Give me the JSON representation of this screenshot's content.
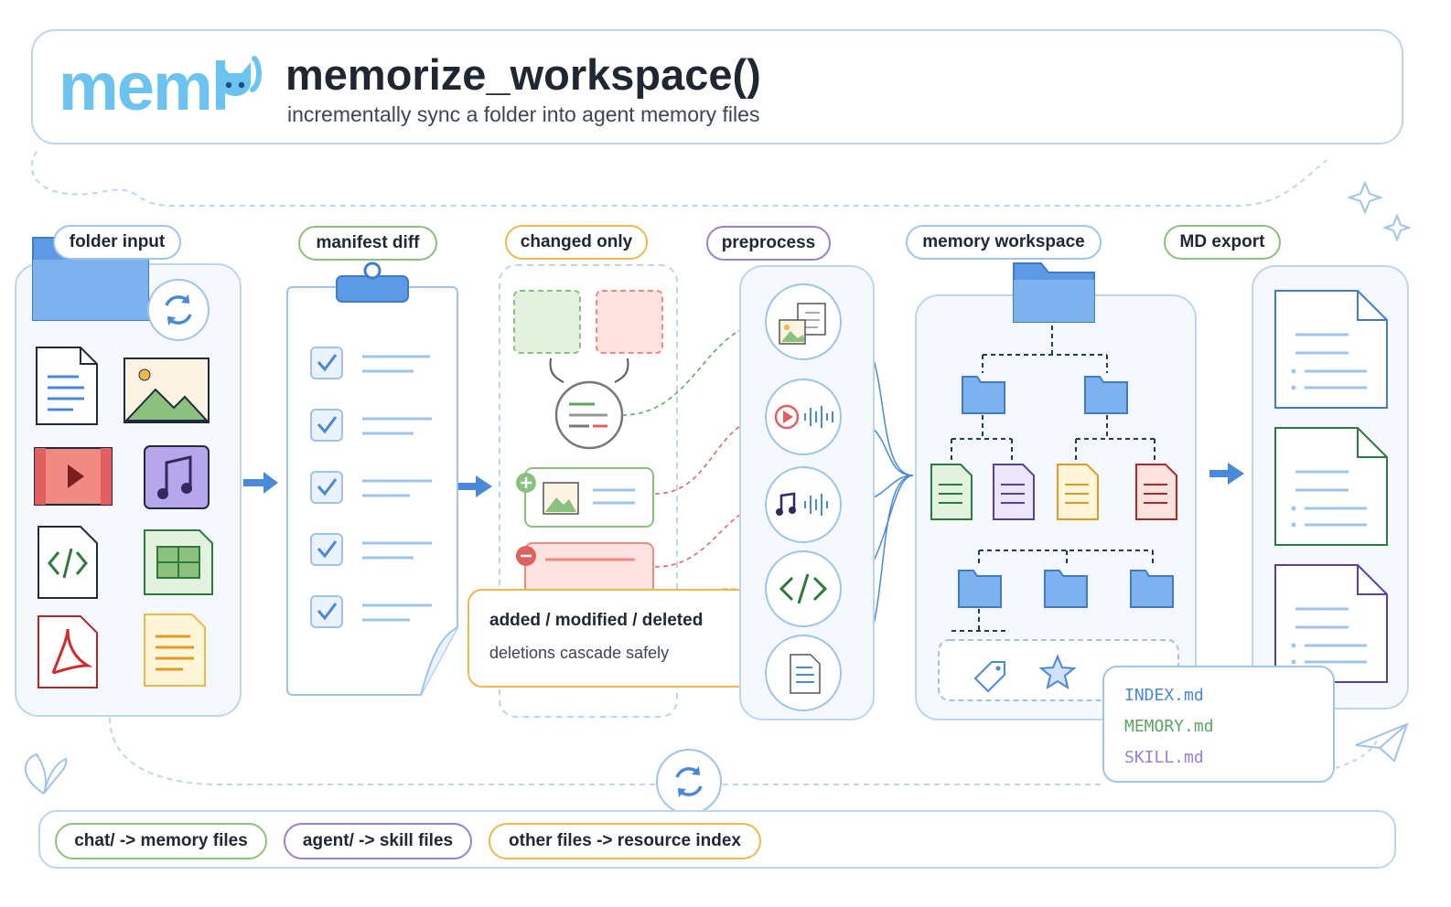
{
  "header": {
    "logo": "meml",
    "title": "memorize_workspace()",
    "subtitle": "incrementally sync a folder into agent memory files"
  },
  "stages": {
    "folder_input": "folder input",
    "manifest_diff": "manifest diff",
    "changed_only": "changed only",
    "preprocess": "preprocess",
    "memory_workspace": "memory workspace",
    "md_export": "MD export"
  },
  "diff_note": {
    "title": "added / modified / deleted",
    "detail": "deletions cascade safely"
  },
  "exports": {
    "index": "INDEX.md",
    "memory": "MEMORY.md",
    "skill": "SKILL.md"
  },
  "routing": {
    "chat": "chat/ -> memory files",
    "agent": "agent/ -> skill files",
    "other": "other files -> resource index"
  },
  "colors": {
    "blue": "#4a88d8",
    "green": "#5aa562",
    "orange": "#f0b84a",
    "purple": "#9a7fd8",
    "red": "#e06060",
    "panel_border": "#bcd6f0"
  }
}
